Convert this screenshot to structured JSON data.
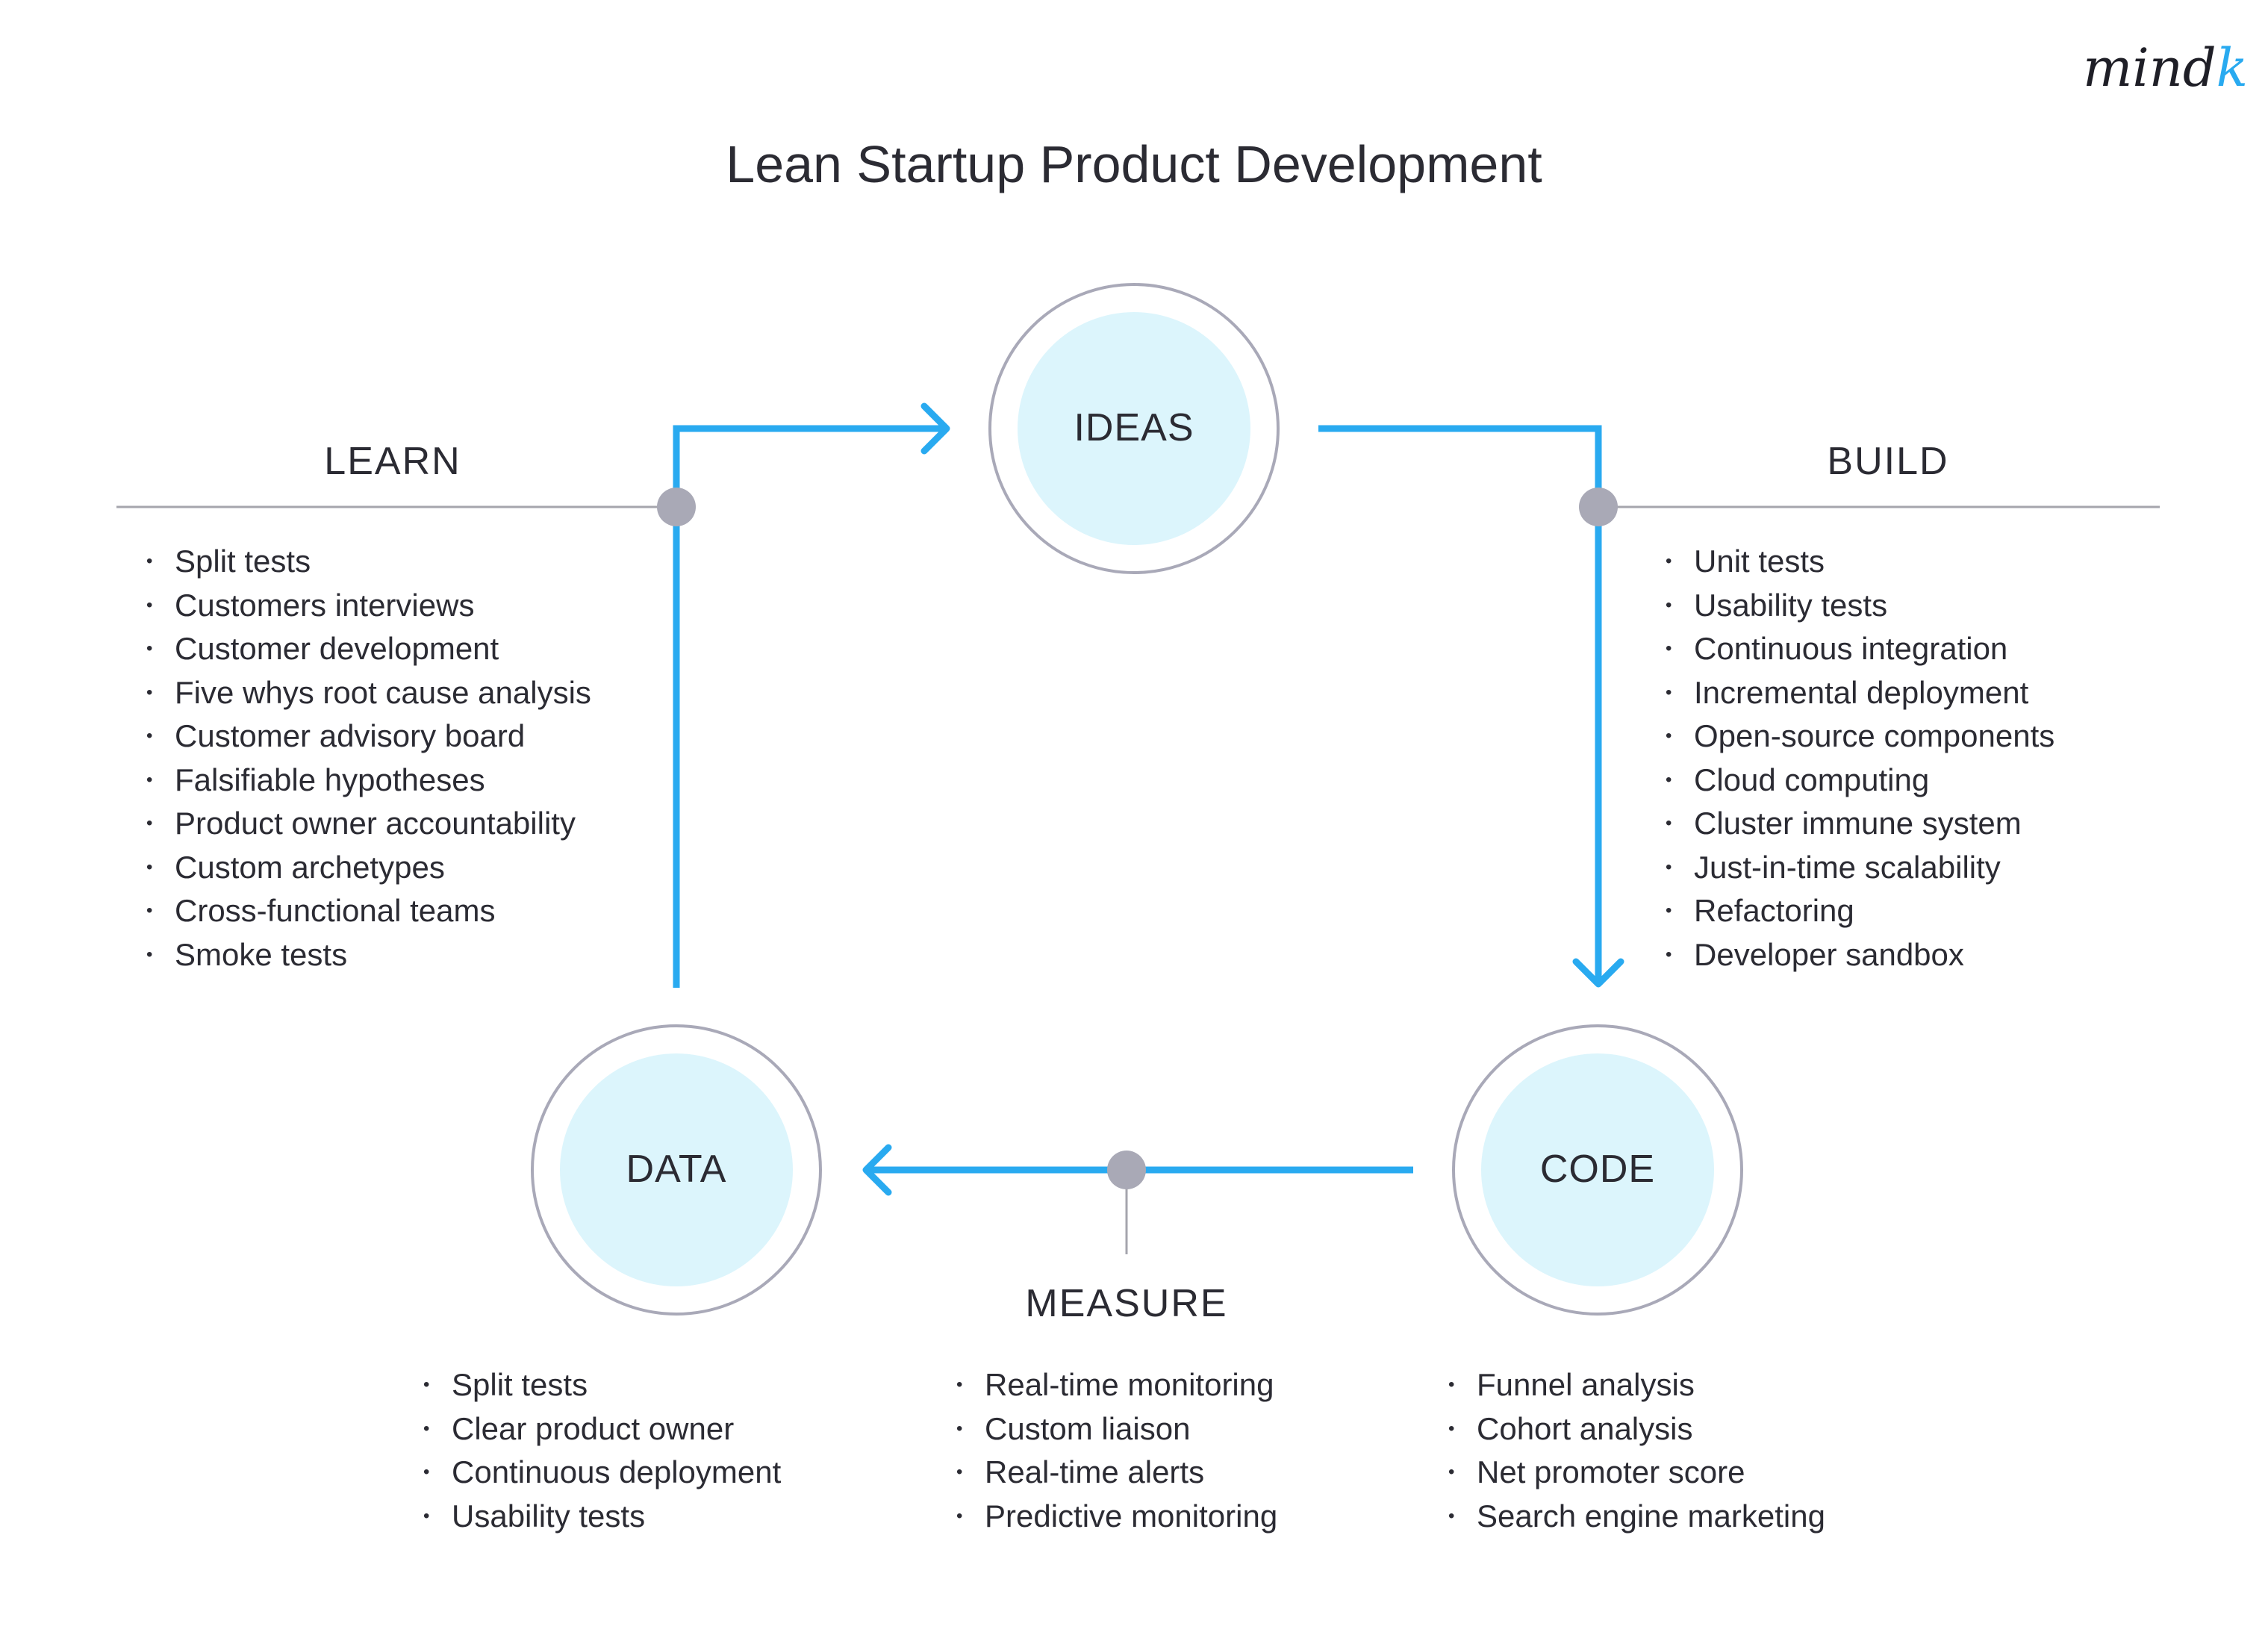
{
  "title": "Lean Startup Product Development",
  "logo": {
    "main": "mind",
    "accent": "k"
  },
  "colors": {
    "flow": "#29aaf0",
    "ring": "#a9a9b8",
    "node_fill": "#dcf5fc",
    "dot": "#a9a9b6",
    "line": "#a5a5ad"
  },
  "nodes": {
    "ideas": "IDEAS",
    "data": "DATA",
    "code": "CODE"
  },
  "stages": {
    "learn": {
      "label": "LEARN",
      "items": [
        "Split tests",
        "Customers interviews",
        "Customer development",
        "Five whys root cause analysis",
        "Customer advisory board",
        "Falsifiable hypotheses",
        "Product owner accountability",
        "Custom archetypes",
        "Cross-functional teams",
        "Smoke tests"
      ]
    },
    "build": {
      "label": "BUILD",
      "items": [
        "Unit tests",
        "Usability tests",
        "Continuous integration",
        "Incremental deployment",
        "Open-source components",
        "Cloud computing",
        "Cluster immune system",
        "Just-in-time scalability",
        "Refactoring",
        "Developer sandbox"
      ]
    },
    "measure": {
      "label": "MEASURE",
      "items": [
        "Real-time monitoring",
        "Custom liaison",
        "Real-time alerts",
        "Predictive monitoring"
      ]
    }
  },
  "data_list": [
    "Split tests",
    "Clear product owner",
    "Continuous deployment",
    "Usability tests"
  ],
  "code_list": [
    "Funnel analysis",
    "Cohort analysis",
    "Net promoter score",
    "Search engine marketing"
  ]
}
